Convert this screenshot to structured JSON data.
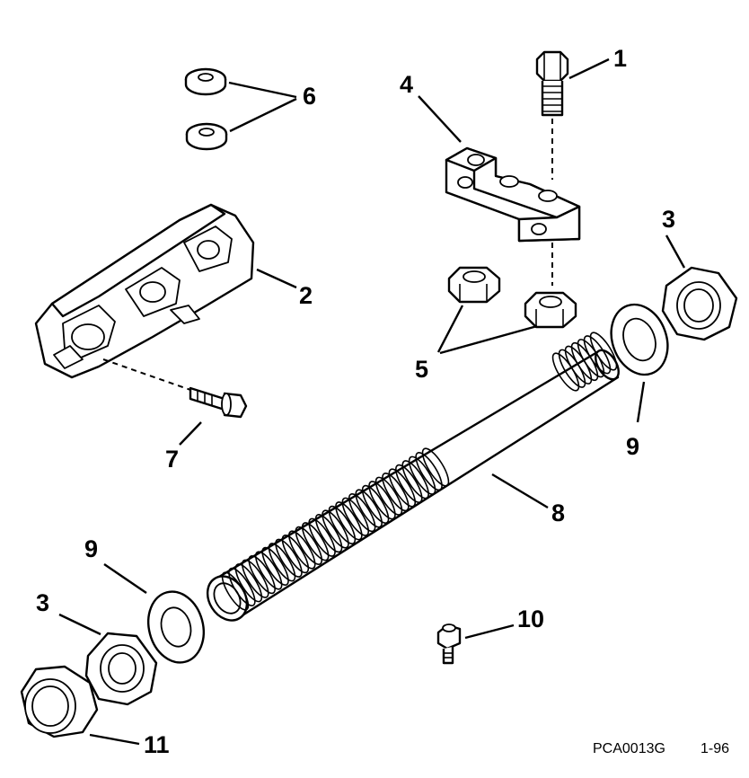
{
  "diagram": {
    "callouts": [
      {
        "id": "callout-1",
        "label": "1"
      },
      {
        "id": "callout-2",
        "label": "2"
      },
      {
        "id": "callout-3a",
        "label": "3"
      },
      {
        "id": "callout-3b",
        "label": "3"
      },
      {
        "id": "callout-4",
        "label": "4"
      },
      {
        "id": "callout-5",
        "label": "5"
      },
      {
        "id": "callout-6",
        "label": "6"
      },
      {
        "id": "callout-7",
        "label": "7"
      },
      {
        "id": "callout-8",
        "label": "8"
      },
      {
        "id": "callout-9a",
        "label": "9"
      },
      {
        "id": "callout-9b",
        "label": "9"
      },
      {
        "id": "callout-10",
        "label": "10"
      },
      {
        "id": "callout-11",
        "label": "11"
      }
    ],
    "figure_code": "PCA0013G",
    "figure_date": "1-96"
  }
}
